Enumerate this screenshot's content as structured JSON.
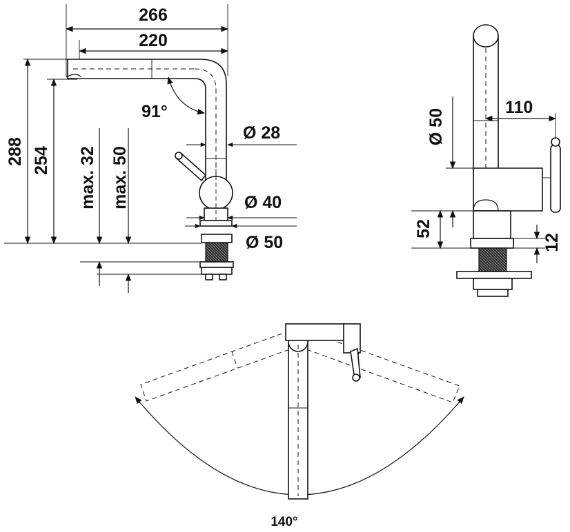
{
  "labels": {
    "width_total": "266",
    "width_spout": "220",
    "height_total": "288",
    "height_spout": "254",
    "max_32": "max. 32",
    "max_50": "max. 50",
    "angle_spout": "91°",
    "dia_28": "Ø 28",
    "dia_40": "Ø 40",
    "dia_50_front": "Ø 50",
    "dia_50_side": "Ø 50",
    "side_110": "110",
    "side_52": "52",
    "side_12": "12",
    "swivel_angle": "140°"
  },
  "colors": {
    "line": "#111111",
    "background": "#ffffff"
  }
}
